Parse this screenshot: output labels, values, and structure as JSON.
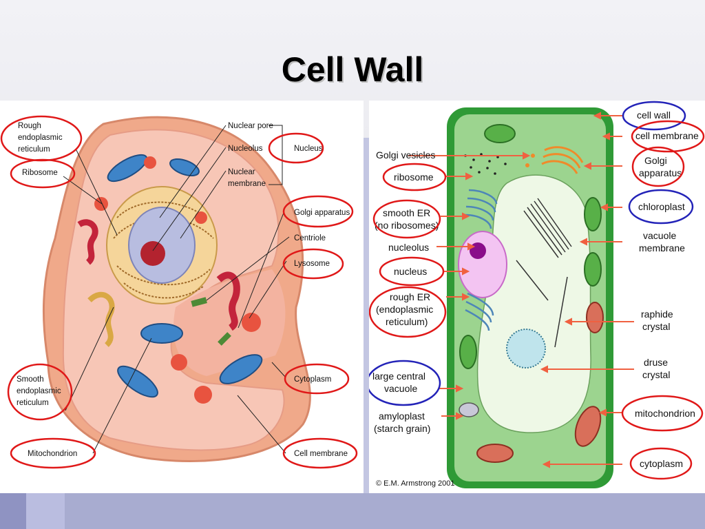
{
  "title": "Cell Wall",
  "animal_cell": {
    "labels": {
      "rough_er_1": "Rough",
      "rough_er_2": "endoplasmic",
      "rough_er_3": "reticulum",
      "ribosome": "Ribosome",
      "nuclear_pore": "Nuclear pore",
      "nucleolus": "Nucleolus",
      "nuclear_membrane_1": "Nuclear",
      "nuclear_membrane_2": "membrane",
      "nucleus": "Nucleus",
      "golgi": "Golgi apparatus",
      "centriole": "Centriole",
      "lysosome": "Lysosome",
      "smooth_er_1": "Smooth",
      "smooth_er_2": "endoplasmic",
      "smooth_er_3": "reticulum",
      "cytoplasm": "Cytoplasm",
      "mitochondrion": "Mitochondrion",
      "cell_membrane": "Cell membrane"
    }
  },
  "plant_cell": {
    "labels": {
      "cell_wall": "cell wall",
      "cell_membrane": "cell membrane",
      "golgi_vesicles": "Golgi vesicles",
      "golgi_1": "Golgi",
      "golgi_2": "apparatus",
      "ribosome": "ribosome",
      "chloroplast": "chloroplast",
      "smooth_er_1": "smooth ER",
      "smooth_er_2": "(no ribosomes)",
      "vacuole_membrane_1": "vacuole",
      "vacuole_membrane_2": "membrane",
      "nucleolus": "nucleolus",
      "nucleus": "nucleus",
      "rough_er_1": "rough ER",
      "rough_er_2": "(endoplasmic",
      "rough_er_3": "reticulum)",
      "raphide_1": "raphide",
      "raphide_2": "crystal",
      "druse_1": "druse",
      "druse_2": "crystal",
      "large_vacuole_1": "large central",
      "large_vacuole_2": "vacuole",
      "amyloplast_1": "amyloplast",
      "amyloplast_2": "(starch grain)",
      "mitochondrion": "mitochondrion",
      "cytoplasm": "cytoplasm"
    },
    "credit": "© E.M. Armstrong 2001"
  },
  "colors": {
    "red_circle": "#e01818",
    "blue_circle": "#2323b8",
    "arrow": "#f06040",
    "cell_wall_green": "#2e9a2e",
    "cytoplasm_green": "#93d28a",
    "vacuole": "#eef8e6",
    "animal_cytoplasm": "#f4b8a8"
  }
}
